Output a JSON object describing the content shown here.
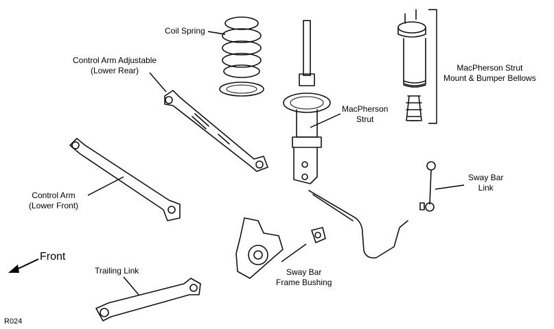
{
  "labels": {
    "coil_spring": "Coil Spring",
    "control_arm_adjustable": [
      "Control Arm Adjustable",
      "(Lower Rear)"
    ],
    "macpherson_strut": [
      "MacPherson",
      "Strut"
    ],
    "strut_mount": [
      "MacPherson Strut",
      "Mount & Bumper Bellows"
    ],
    "control_arm_front": [
      "Control Arm",
      "(Lower Front)"
    ],
    "sway_bar_link": [
      "Sway Bar",
      "Link"
    ],
    "trailing_link": "Trailing Link",
    "sway_bar_bushing": [
      "Sway Bar",
      "Frame Bushing"
    ],
    "front": "Front",
    "code": "R024"
  },
  "colors": {
    "line": "#111111",
    "background": "#ffffff"
  }
}
